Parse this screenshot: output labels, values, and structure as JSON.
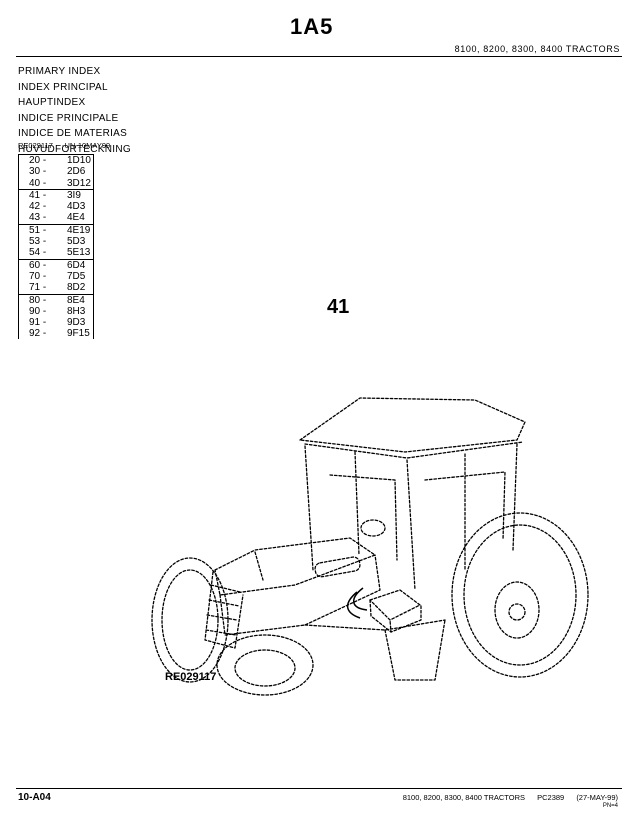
{
  "header": {
    "code": "1A5",
    "models": "8100, 8200, 8300, 8400 TRACTORS"
  },
  "index_titles": [
    "PRIMARY INDEX",
    "INDEX PRINCIPAL",
    "HAUPTINDEX",
    "INDICE PRINCIPALE",
    "INDICE DE MATERIAS",
    "HUVUDFORTECKNING"
  ],
  "reference": {
    "part": "RE029117",
    "code": "-UN-10MAY99"
  },
  "index_groups": [
    [
      {
        "section": "20 -",
        "page": "1D10"
      },
      {
        "section": "30 -",
        "page": "2D6"
      },
      {
        "section": "40 -",
        "page": "3D12"
      }
    ],
    [
      {
        "section": "41 -",
        "page": "3I9"
      },
      {
        "section": "42 -",
        "page": "4D3"
      },
      {
        "section": "43 -",
        "page": "4E4"
      }
    ],
    [
      {
        "section": "51 -",
        "page": "4E19"
      },
      {
        "section": "53 -",
        "page": "5D3"
      },
      {
        "section": "54 -",
        "page": "5E13"
      }
    ],
    [
      {
        "section": "60 -",
        "page": "6D4"
      },
      {
        "section": "70 -",
        "page": "7D5"
      },
      {
        "section": "71 -",
        "page": "8D2"
      }
    ],
    [
      {
        "section": "80 -",
        "page": "8E4"
      },
      {
        "section": "90 -",
        "page": "8H3"
      },
      {
        "section": "91 -",
        "page": "9D3"
      },
      {
        "section": "92 -",
        "page": "9F15"
      }
    ]
  ],
  "section_number": "41",
  "illustration": {
    "label": "RE029117",
    "icon": "tractor-illustration"
  },
  "footer": {
    "left": "10-A04",
    "models": "8100, 8200, 8300, 8400 TRACTORS",
    "pc": "PC2389",
    "date": "(27-MAY-99)",
    "sub": "PN=4"
  }
}
